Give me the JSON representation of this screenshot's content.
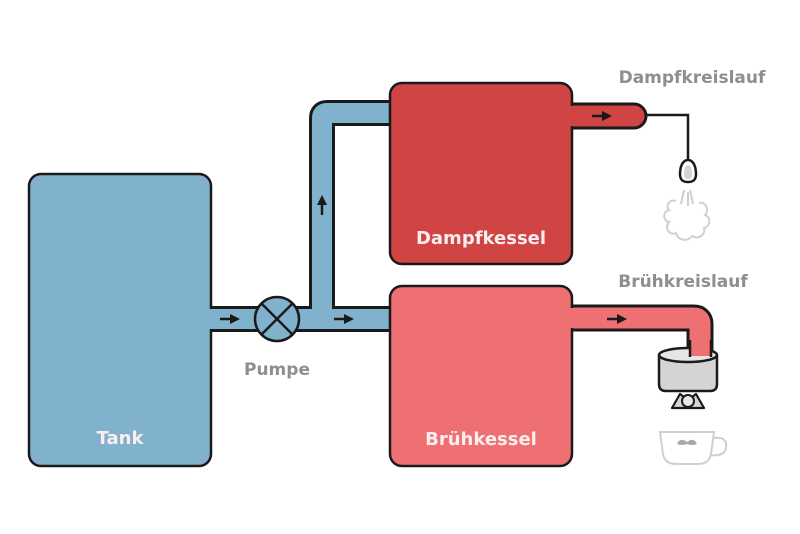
{
  "title": "Espressomaschine Zweikreislauf-Schema",
  "colors": {
    "water": "#80b1cd",
    "steam_boiler": "#d04443",
    "brew_boiler": "#ef7073",
    "outline": "#1a1a1a",
    "label_gray": "#8e8e8e",
    "accessory_gray": "#d4d4d4"
  },
  "components": {
    "tank": {
      "label": "Tank"
    },
    "pump": {
      "label": "Pumpe"
    },
    "steam_boiler": {
      "label": "Dampfkessel"
    },
    "brew_boiler": {
      "label": "Brühkessel"
    }
  },
  "circuits": {
    "steam": {
      "label": "Dampfkreislauf"
    },
    "brew": {
      "label": "Brühkreislauf"
    }
  },
  "flow_arrows": [
    {
      "segment": "tank-to-pump",
      "direction": "right"
    },
    {
      "segment": "pump-to-steam-riser",
      "direction": "up"
    },
    {
      "segment": "pump-to-brew-boiler",
      "direction": "right"
    },
    {
      "segment": "steam-boiler-outlet",
      "direction": "right"
    },
    {
      "segment": "brew-boiler-outlet",
      "direction": "right"
    }
  ]
}
